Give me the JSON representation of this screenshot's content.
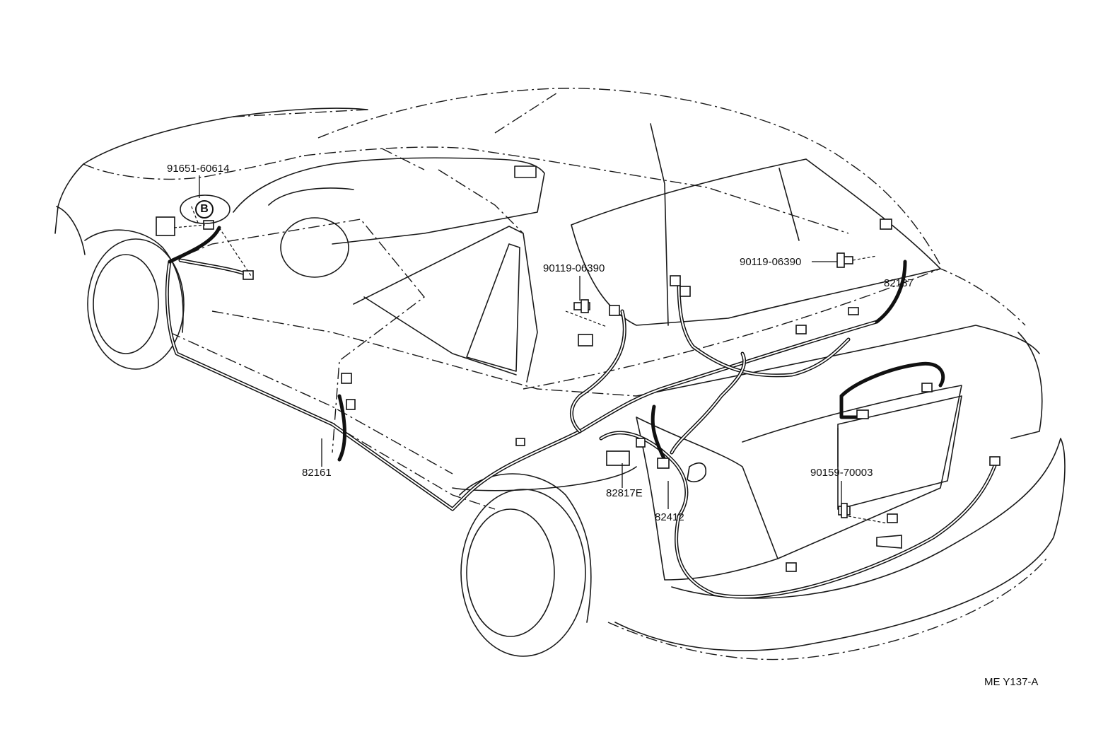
{
  "labels": {
    "p91651": "91651-60614",
    "ref_b": "B",
    "p90119_left": "90119-06390",
    "p90119_right": "90119-06390",
    "p82187": "82187",
    "p82161": "82161",
    "p82817e": "82817E",
    "p82412": "82412",
    "p90159": "90159-70003"
  },
  "figure_code": "ME Y137-A"
}
